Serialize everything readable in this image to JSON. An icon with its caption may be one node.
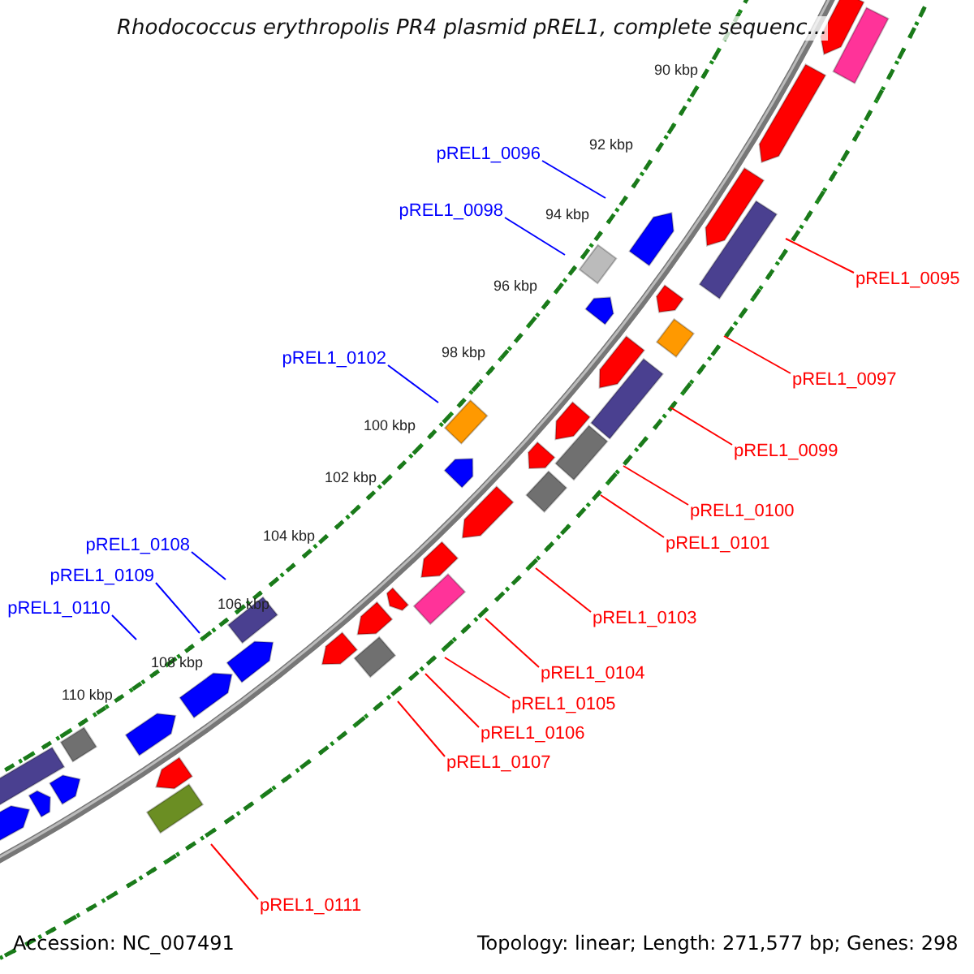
{
  "diagram": {
    "title": "Rhodococcus erythropolis PR4 plasmid pREL1, complete sequenc...",
    "nodes": [
      {
        "text": [
          "pREL1_0096"
        ]
      },
      {
        "text": [
          "pREL1_0098"
        ]
      },
      {
        "text": [
          "pREL1_0095"
        ]
      },
      {
        "text": [
          "pREL1_0102"
        ]
      },
      {
        "text": [
          "pREL1_0097"
        ]
      },
      {
        "text": [
          "pREL1_0099"
        ]
      },
      {
        "text": [
          "pREL1_0100"
        ]
      },
      {
        "text": [
          "pREL1_0108"
        ]
      },
      {
        "text": [
          "pREL1_0101"
        ]
      },
      {
        "text": [
          "pREL1_0109"
        ]
      },
      {
        "text": [
          "pREL1_0110"
        ]
      },
      {
        "text": [
          "pREL1_0103"
        ]
      },
      {
        "text": [
          "pREL1_0104"
        ]
      },
      {
        "text": [
          "pREL1_0105"
        ]
      },
      {
        "text": [
          "pREL1_0106"
        ]
      },
      {
        "text": [
          "pREL1_0107"
        ]
      },
      {
        "text": [
          "pREL1_0111"
        ]
      }
    ],
    "edges": [
      {
        "from": 0,
        "to": null,
        "arrow": "none",
        "color": "#0000ff"
      },
      {
        "from": 1,
        "to": null,
        "arrow": "none",
        "color": "#0000ff"
      },
      {
        "from": 2,
        "to": null,
        "arrow": "none"
      },
      {
        "from": 3,
        "to": null,
        "arrow": "none",
        "color": "#0000ff"
      },
      {
        "from": 4,
        "to": null,
        "arrow": "none"
      },
      {
        "from": 5,
        "to": null,
        "arrow": "none"
      },
      {
        "from": 6,
        "to": null,
        "arrow": "none"
      },
      {
        "from": 7,
        "to": null,
        "arrow": "none",
        "color": "#0000ff"
      },
      {
        "from": 8,
        "to": null,
        "arrow": "none"
      },
      {
        "from": 9,
        "to": null,
        "arrow": "none",
        "color": "#0000ff"
      },
      {
        "from": 10,
        "to": null,
        "arrow": "none",
        "color": "#0000ff"
      },
      {
        "from": 11,
        "to": null,
        "arrow": "none"
      },
      {
        "from": 12,
        "to": null,
        "arrow": "none"
      },
      {
        "from": 13,
        "to": null,
        "arrow": "none"
      },
      {
        "from": 14,
        "to": null,
        "arrow": "none"
      },
      {
        "from": 15,
        "to": null,
        "arrow": "none"
      },
      {
        "from": 16,
        "to": null,
        "arrow": "none"
      }
    ],
    "labels": [
      "90 kbp",
      "92 kbp",
      "94 kbp",
      "96 kbp",
      "98 kbp",
      "100 kbp",
      "102 kbp",
      "104 kbp",
      "106 kbp",
      "108 kbp",
      "110 kbp",
      "Accession: NC_007491",
      "Topology: linear; Length: 271,577 bp; Genes: 298"
    ]
  }
}
